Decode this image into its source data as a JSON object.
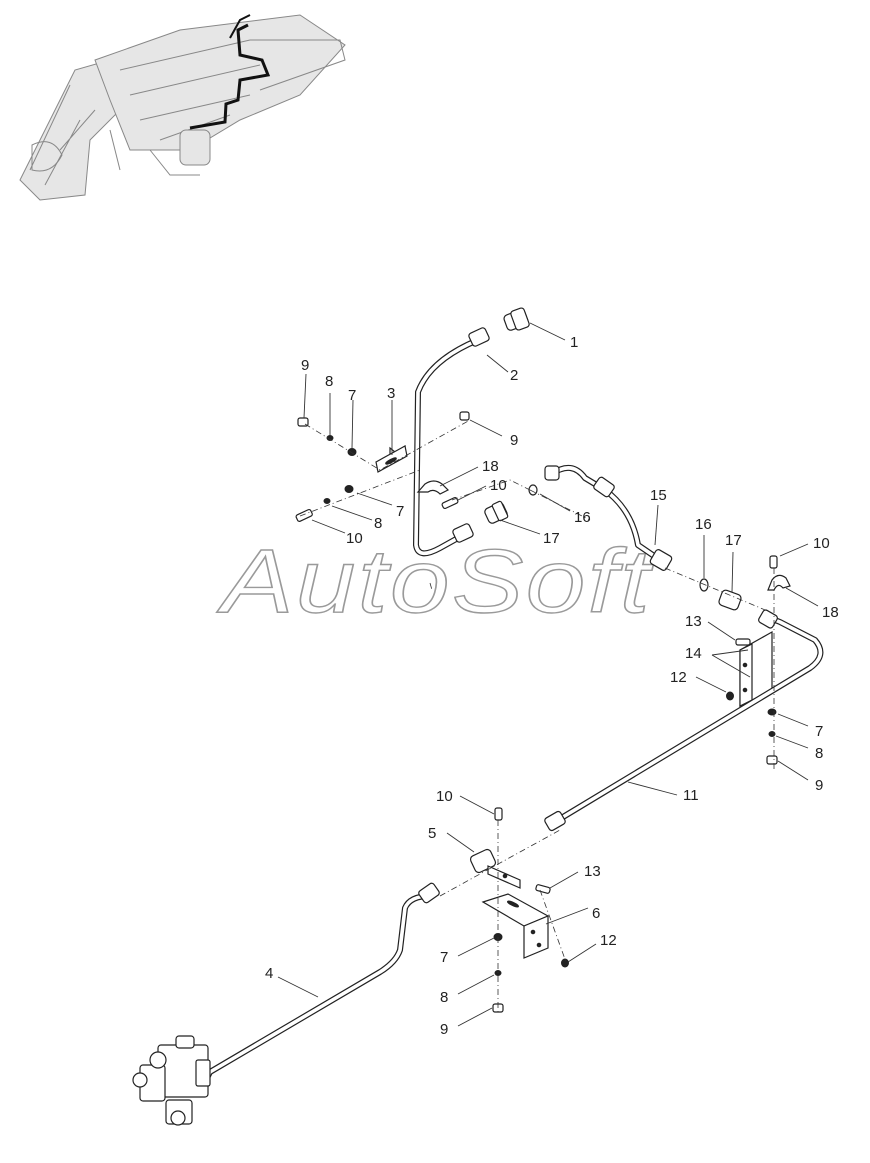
{
  "watermark": "AutoSoft",
  "callouts": {
    "c1": "1",
    "c2": "2",
    "c3": "3",
    "c4": "4",
    "c5": "5",
    "c6": "6",
    "c7a": "7",
    "c7b": "7",
    "c7c": "7",
    "c7d": "7",
    "c8a": "8",
    "c8b": "8",
    "c8c": "8",
    "c8d": "8",
    "c9a": "9",
    "c9b": "9",
    "c9c": "9",
    "c9d": "9",
    "c10a": "10",
    "c10b": "10",
    "c10c": "10",
    "c10d": "10",
    "c11": "11",
    "c12a": "12",
    "c12b": "12",
    "c13a": "13",
    "c13b": "13",
    "c14": "14",
    "c15": "15",
    "c16a": "16",
    "c16b": "16",
    "c17a": "17",
    "c17b": "17",
    "c18a": "18",
    "c18b": "18"
  }
}
